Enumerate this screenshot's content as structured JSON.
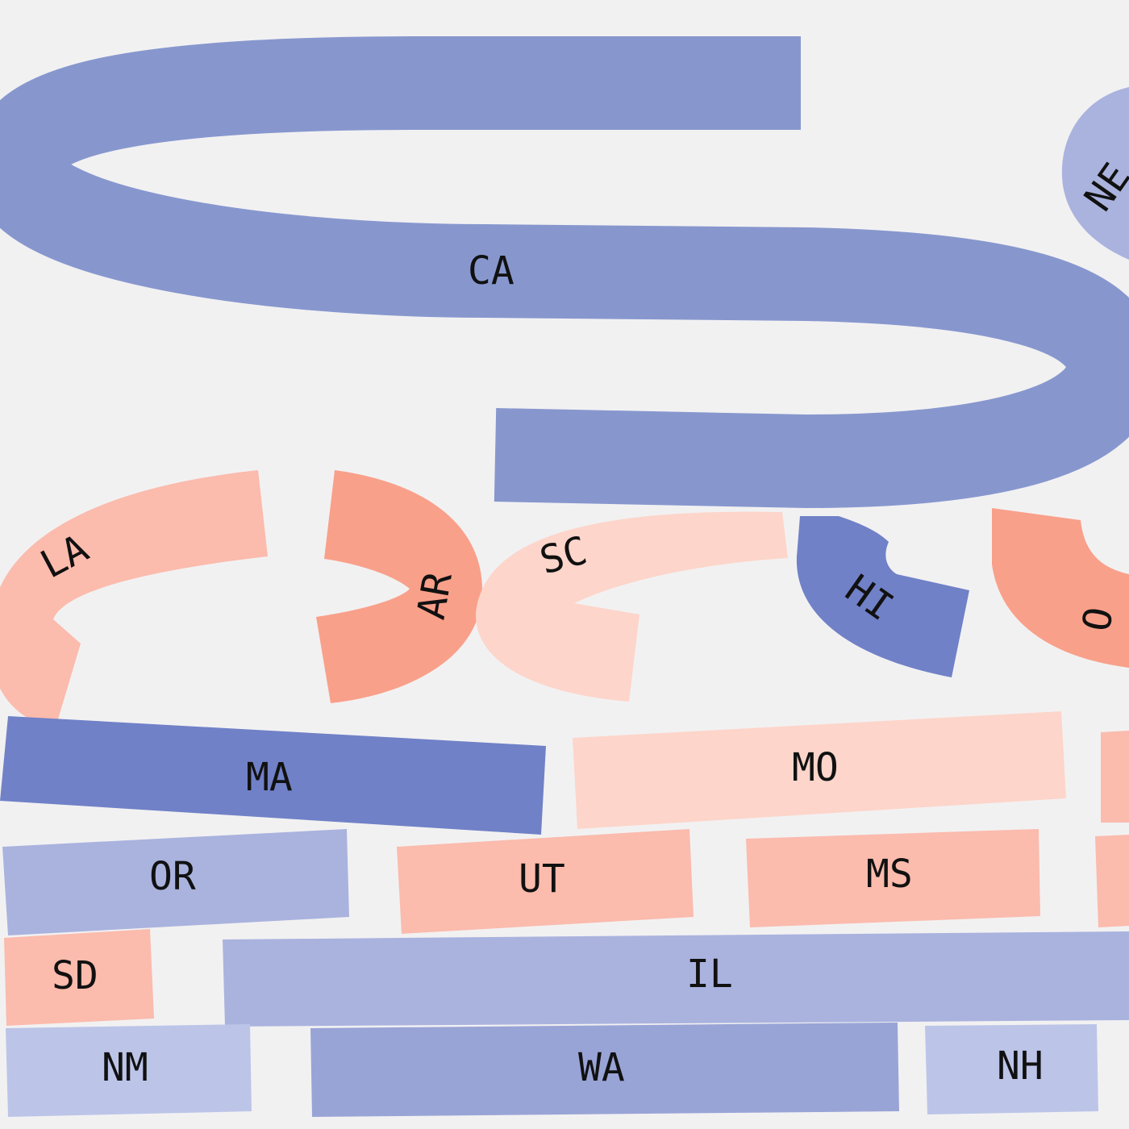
{
  "colors": {
    "background": "#f2f1f2",
    "blue_strong": "#7081c7",
    "blue_mid": "#8797ce",
    "blue_light": "#aab3de",
    "blue_pale": "#bcc5e8",
    "red_strong": "#f9a08a",
    "red_mid": "#fbbbad",
    "red_pale": "#fdd5ca"
  },
  "labels": {
    "ca": "CA",
    "ne": "NE",
    "la": "LA",
    "ar": "AR",
    "sc": "SC",
    "hi": "HI",
    "o_right": "O",
    "ma": "MA",
    "mo": "MO",
    "or": "OR",
    "ut": "UT",
    "ms": "MS",
    "sd": "SD",
    "il": "IL",
    "nm": "NM",
    "wa": "WA",
    "nh": "NH"
  }
}
